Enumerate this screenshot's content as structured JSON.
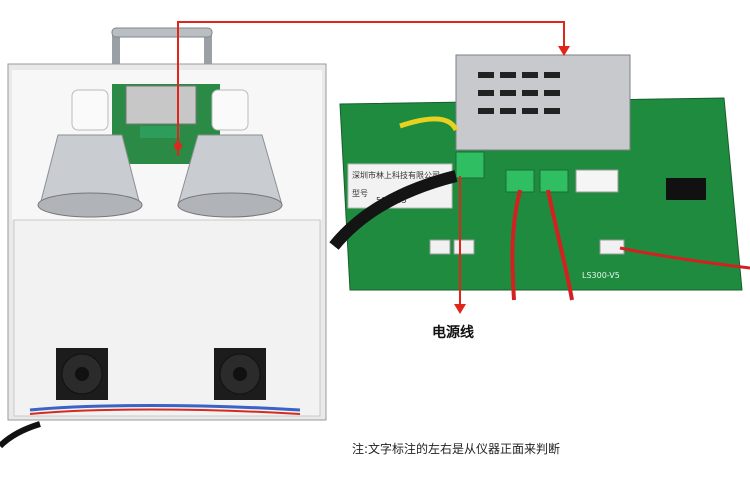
{
  "labels": {
    "power_cable": "电源线",
    "note": "注:文字标注的左右是从仪器正面来判断"
  },
  "board": {
    "company_text": "深圳市林上科技有限公司",
    "model_label": "型号",
    "serial_fragment": "502295",
    "part_number": "LS300-V5"
  },
  "colors": {
    "arrow": "#e0251b",
    "pcb": "#1e8b3e",
    "housing": "#eeeeee"
  }
}
